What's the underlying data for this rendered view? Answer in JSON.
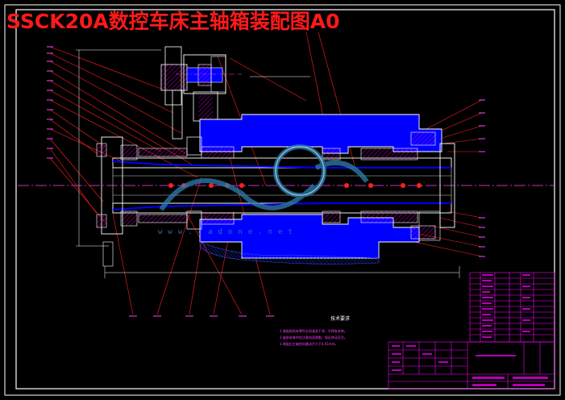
{
  "title": "SSCK20A数控车床主轴箱装配图A0",
  "watermark_text": "www.cadone.net",
  "colors": {
    "background": "#000000",
    "outline": "#ffffff",
    "section": "#0000ff",
    "hatch": "#ff00ff",
    "center": "#ff40ff",
    "leader": "#ff2020",
    "title_text": "#ff1a1a",
    "table": "#ff00ff"
  },
  "notes": {
    "title": "技术要求",
    "lines": [
      "1.装配前所有零件必须清洗干净，不得有毛刺。",
      "2.轴承安装时应注意加润滑脂，保证转动灵活。",
      "3.装配后主轴径向跳动不大于0.01mm。"
    ]
  }
}
